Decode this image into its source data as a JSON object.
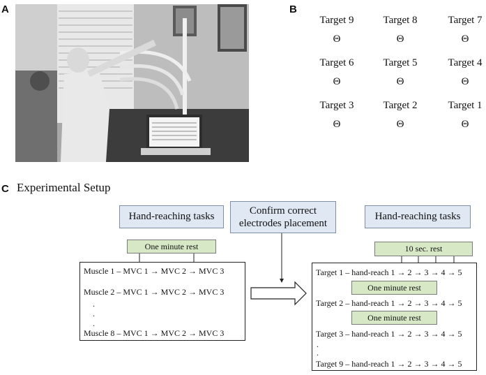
{
  "panels": {
    "a": "A",
    "b": "B",
    "c": "C"
  },
  "targets": [
    {
      "label": "Target 9",
      "symbol": "Θ"
    },
    {
      "label": "Target 8",
      "symbol": "Θ"
    },
    {
      "label": "Target 7",
      "symbol": "Θ"
    },
    {
      "label": "Target 6",
      "symbol": "Θ"
    },
    {
      "label": "Target 5",
      "symbol": "Θ"
    },
    {
      "label": "Target 4",
      "symbol": "Θ"
    },
    {
      "label": "Target 3",
      "symbol": "Θ"
    },
    {
      "label": "Target 2",
      "symbol": "Θ"
    },
    {
      "label": "Target 1",
      "symbol": "Θ"
    }
  ],
  "setup": {
    "title": "Experimental Setup",
    "left": {
      "header": "Hand-reaching tasks",
      "rest": "One minute rest",
      "lines": {
        "m1": "Muscle 1 – MVC 1 → MVC 2 → MVC 3",
        "m2": "Muscle 2 – MVC 1 → MVC 2 → MVC 3",
        "m8": "Muscle 8 – MVC 1 → MVC 2 → MVC 3"
      },
      "dot": "."
    },
    "middle": {
      "line1": "Confirm correct",
      "line2": "electrodes placement"
    },
    "right": {
      "header": "Hand-reaching tasks",
      "short_rest": "10 sec. rest",
      "rest": "One minute rest",
      "lines": {
        "t1": "Target 1 – hand-reach 1 → 2 → 3 → 4 → 5",
        "t2": "Target 2 – hand-reach 1 → 2 → 3 → 4 → 5",
        "t3": "Target 3 – hand-reach 1 → 2 → 3 → 4 → 5",
        "t9": "Target 9 – hand-reach 1 → 2 → 3 → 4 → 5"
      },
      "dot": "."
    }
  }
}
